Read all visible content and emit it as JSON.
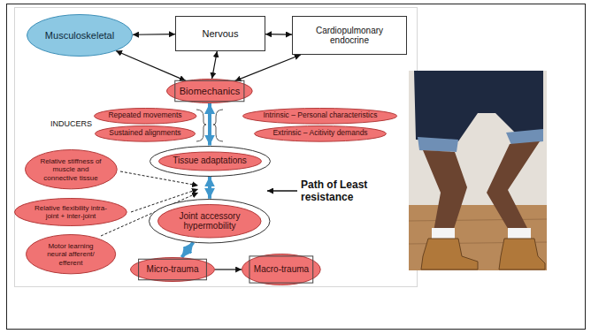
{
  "diagram": {
    "nodes": [
      {
        "text": [
          "Musculoskeletal"
        ]
      },
      {
        "text": [
          "Nervous"
        ]
      },
      {
        "text": [
          "Cardiopulmonary endocrine"
        ]
      },
      {
        "text": [
          "Biomechanics"
        ]
      },
      {
        "text": [
          "Repeated movements"
        ]
      },
      {
        "text": [
          "Sustained alignments"
        ]
      },
      {
        "text": [
          "Intrinsic – Personal characteristics"
        ]
      },
      {
        "text": [
          "Extrinsic – Acitivity demands"
        ]
      },
      {
        "text": [
          "Tissue adaptations"
        ]
      },
      {
        "text": [
          "Relative stiffness of muscle and connective tissue"
        ]
      },
      {
        "text": [
          "Relative flexibility intra-joint + inter-joint"
        ]
      },
      {
        "text": [
          "Motor learning neural afferent/ efferent"
        ]
      },
      {
        "text": [
          "Joint accessory hypermobility"
        ]
      },
      {
        "text": [
          "Micro-trauma"
        ]
      },
      {
        "text": [
          "Macro-trauma"
        ]
      }
    ],
    "edges": [
      {
        "from": 0,
        "to": 1,
        "arrow": "both"
      },
      {
        "from": 1,
        "to": 2,
        "arrow": "both"
      },
      {
        "from": 1,
        "to": 3,
        "arrow": "both"
      },
      {
        "from": 0,
        "to": 3,
        "arrow": "both"
      },
      {
        "from": 2,
        "to": 3,
        "arrow": "both"
      },
      {
        "from": 3,
        "to": 8,
        "arrow": "both"
      },
      {
        "from": 8,
        "to": 12,
        "arrow": "both"
      },
      {
        "from": 12,
        "to": 13,
        "arrow": "both"
      },
      {
        "from": 13,
        "to": 14,
        "arrow": "to"
      }
    ],
    "labels": [
      "INDUCERS",
      "Path of Least resistance"
    ]
  }
}
